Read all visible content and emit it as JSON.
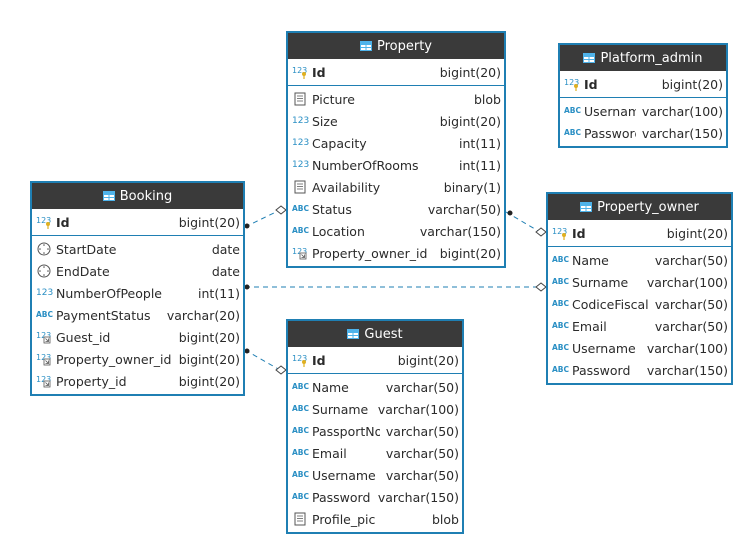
{
  "entities": {
    "property": {
      "title": "Property",
      "pk": [
        {
          "name": "Id",
          "type": "bigint(20)",
          "icon": "key-number-icon"
        }
      ],
      "columns": [
        {
          "name": "Picture",
          "type": "blob",
          "icon": "blob-icon"
        },
        {
          "name": "Size",
          "type": "bigint(20)",
          "icon": "number-icon"
        },
        {
          "name": "Capacity",
          "type": "int(11)",
          "icon": "number-icon"
        },
        {
          "name": "NumberOfRooms",
          "type": "int(11)",
          "icon": "number-icon"
        },
        {
          "name": "Availability",
          "type": "binary(1)",
          "icon": "blob-icon"
        },
        {
          "name": "Status",
          "type": "varchar(50)",
          "icon": "text-icon"
        },
        {
          "name": "Location",
          "type": "varchar(150)",
          "icon": "text-icon"
        },
        {
          "name": "Property_owner_id",
          "type": "bigint(20)",
          "icon": "fk-number-icon"
        }
      ]
    },
    "platform_admin": {
      "title": "Platform_admin",
      "pk": [
        {
          "name": "Id",
          "type": "bigint(20)",
          "icon": "key-number-icon"
        }
      ],
      "columns": [
        {
          "name": "Username",
          "type": "varchar(100)",
          "icon": "text-icon"
        },
        {
          "name": "Password",
          "type": "varchar(150)",
          "icon": "text-icon"
        }
      ]
    },
    "booking": {
      "title": "Booking",
      "pk": [
        {
          "name": "Id",
          "type": "bigint(20)",
          "icon": "key-number-icon"
        }
      ],
      "columns": [
        {
          "name": "StartDate",
          "type": "date",
          "icon": "clock-icon"
        },
        {
          "name": "EndDate",
          "type": "date",
          "icon": "clock-icon"
        },
        {
          "name": "NumberOfPeople",
          "type": "int(11)",
          "icon": "number-icon"
        },
        {
          "name": "PaymentStatus",
          "type": "varchar(20)",
          "icon": "text-icon"
        },
        {
          "name": "Guest_id",
          "type": "bigint(20)",
          "icon": "fk-number-icon"
        },
        {
          "name": "Property_owner_id",
          "type": "bigint(20)",
          "icon": "fk-number-icon"
        },
        {
          "name": "Property_id",
          "type": "bigint(20)",
          "icon": "fk-number-icon"
        }
      ]
    },
    "property_owner": {
      "title": "Property_owner",
      "pk": [
        {
          "name": "Id",
          "type": "bigint(20)",
          "icon": "key-number-icon"
        }
      ],
      "columns": [
        {
          "name": "Name",
          "type": "varchar(50)",
          "icon": "text-icon"
        },
        {
          "name": "Surname",
          "type": "varchar(100)",
          "icon": "text-icon"
        },
        {
          "name": "CodiceFiscale",
          "type": "varchar(50)",
          "icon": "text-icon"
        },
        {
          "name": "Email",
          "type": "varchar(50)",
          "icon": "text-icon"
        },
        {
          "name": "Username",
          "type": "varchar(100)",
          "icon": "text-icon"
        },
        {
          "name": "Password",
          "type": "varchar(150)",
          "icon": "text-icon"
        }
      ]
    },
    "guest": {
      "title": "Guest",
      "pk": [
        {
          "name": "Id",
          "type": "bigint(20)",
          "icon": "key-number-icon"
        }
      ],
      "columns": [
        {
          "name": "Name",
          "type": "varchar(50)",
          "icon": "text-icon"
        },
        {
          "name": "Surname",
          "type": "varchar(100)",
          "icon": "text-icon"
        },
        {
          "name": "PassportNo",
          "type": "varchar(50)",
          "icon": "text-icon"
        },
        {
          "name": "Email",
          "type": "varchar(50)",
          "icon": "text-icon"
        },
        {
          "name": "Username",
          "type": "varchar(50)",
          "icon": "text-icon"
        },
        {
          "name": "Password",
          "type": "varchar(150)",
          "icon": "text-icon"
        },
        {
          "name": "Profile_pic",
          "type": "blob",
          "icon": "blob-icon"
        }
      ]
    }
  },
  "relations": [
    {
      "from": "booking",
      "to": "property"
    },
    {
      "from": "booking",
      "to": "property_owner"
    },
    {
      "from": "booking",
      "to": "guest"
    },
    {
      "from": "property",
      "to": "property_owner"
    }
  ],
  "colors": {
    "border": "#1f7fb3",
    "header": "#3a3a3a",
    "link": "#1f7fb3",
    "icon": "#2a8fc4"
  }
}
